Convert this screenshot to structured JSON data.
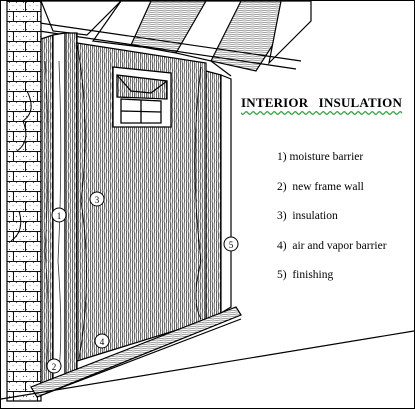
{
  "title": "INTERIOR   INSULATION",
  "legend": [
    {
      "num": "1)",
      "label": "moisture barrier"
    },
    {
      "num": "2)",
      "label": "new frame wall"
    },
    {
      "num": "3)",
      "label": "insulation"
    },
    {
      "num": "4)",
      "label": "air and vapor barrier"
    },
    {
      "num": "5)",
      "label": "finishing"
    }
  ],
  "callouts": [
    "1",
    "2",
    "3",
    "4",
    "5"
  ]
}
